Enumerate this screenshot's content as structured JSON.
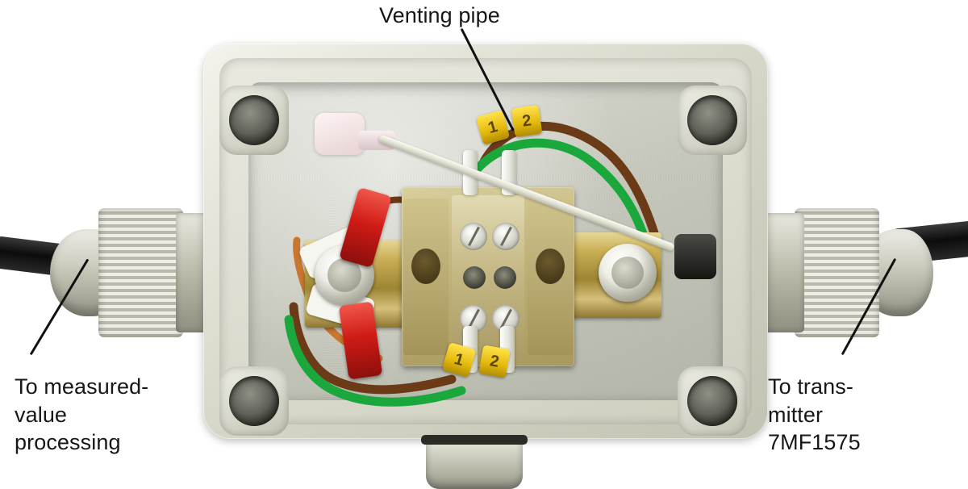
{
  "figure": {
    "subject": "junction-box-interior-photo",
    "description": "Open grey plastic junction box showing brass terminal rails, central terminal block, wiring with yellow markers and a venting pipe, with a cable gland on each side."
  },
  "callouts": {
    "venting_pipe": {
      "text": "Venting pipe"
    },
    "left": {
      "text": "To measured-\nvalue\nprocessing"
    },
    "right": {
      "text": "To trans-\nmitter\n7MF1575"
    }
  },
  "markers": {
    "top_left": "1",
    "top_right": "2",
    "bottom_left": "1",
    "bottom_right": "2"
  },
  "colors": {
    "background": "#ffffff",
    "label_text": "#171717",
    "leader_line": "#111111",
    "housing_light": "#f3f3ec",
    "housing_mid": "#d4d4c6",
    "housing_dark": "#b5b6a9",
    "brass": "#c9ae55",
    "terminal_block": "#bfb27a",
    "crimp_red": "#cf1b16",
    "marker_yellow": "#e3b80c",
    "wire_green": "#1aa83c",
    "wire_brown": "#6b3a16",
    "wire_copper": "#c9762f",
    "cable_black": "#0c0c0c"
  },
  "parts": {
    "gland_left": "cable-gland",
    "gland_right": "cable-gland",
    "bottom_fitting": "drain-vent-fitting",
    "terminal_block": "terminal-block",
    "rail_left": "brass-busbar",
    "rail_right": "brass-busbar",
    "vent_pipe": "venting-pipe"
  }
}
